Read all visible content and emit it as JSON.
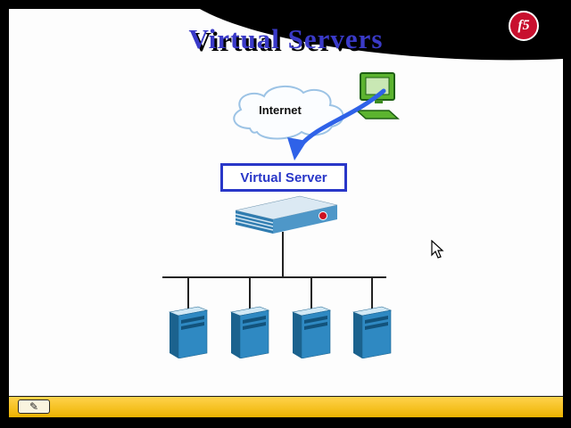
{
  "slide": {
    "title": "Virtual Servers"
  },
  "logo": {
    "label": "f5"
  },
  "diagram": {
    "cloud_label": "Internet",
    "virtual_server_label": "Virtual Server",
    "server_count": 4
  },
  "toolbar": {
    "pen_button_glyph": "✎"
  },
  "colors": {
    "title_blue": "#3a3ac8",
    "box_border_blue": "#2937c8",
    "arrow_blue": "#2f62e8",
    "logo_red": "#c8102e",
    "toolbar_yellow": "#f0b400",
    "server_blue": "#2f89c2",
    "computer_green": "#5cb42f"
  }
}
